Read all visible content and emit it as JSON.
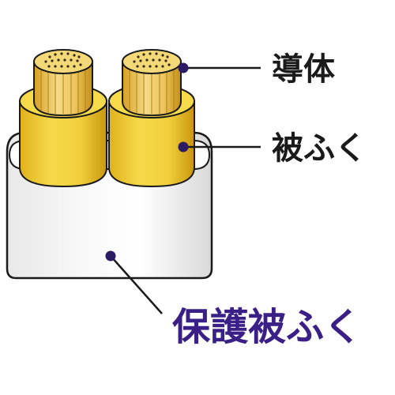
{
  "labels": {
    "conductor": "導体",
    "insulation": "被ふく",
    "sheath": "保護被ふく"
  },
  "colors": {
    "sheath_fill": "#f2f2f2",
    "sheath_outline": "#1a1a1a",
    "insulation_yellow": "#f2d22a",
    "insulation_shade": "#d8a30f",
    "copper_gold": "#e5b532",
    "copper_light": "#f7df7f",
    "leader_line": "#1a1a1a",
    "dot": "#2b1b63",
    "sheath_label_color": "#3a1f86",
    "text_dark": "#1a1a1a"
  }
}
